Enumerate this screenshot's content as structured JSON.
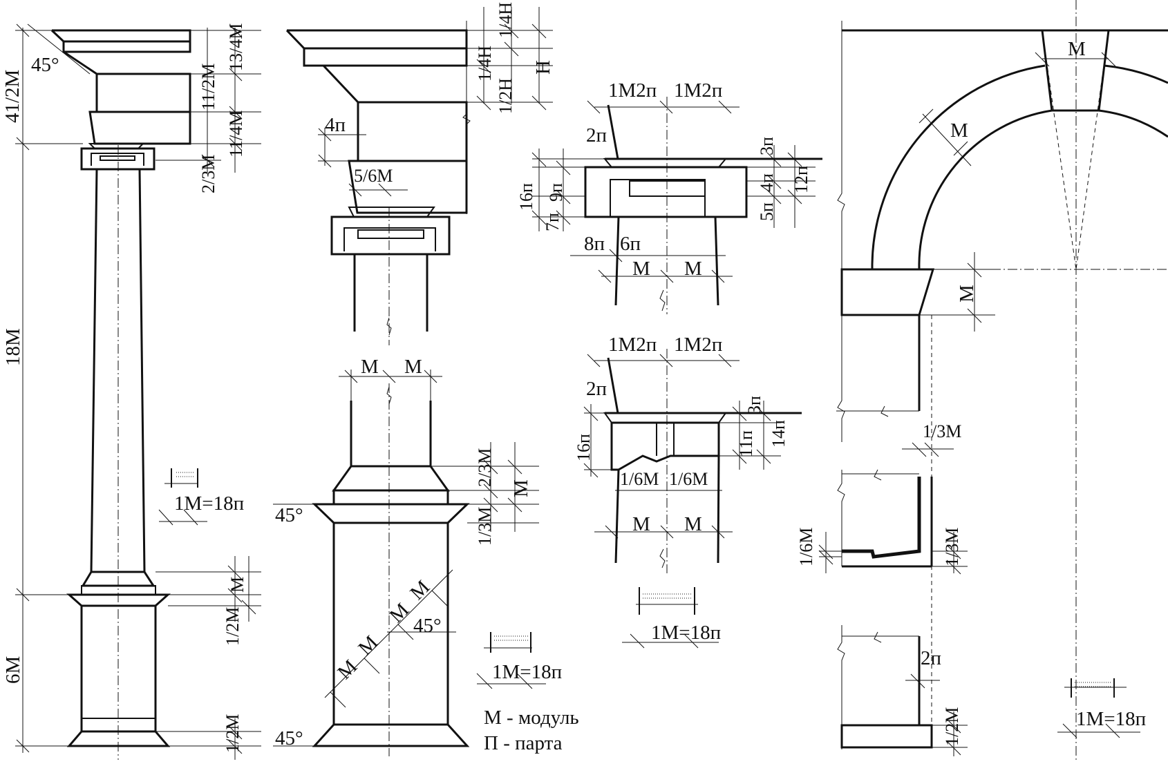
{
  "left_column": {
    "angle_top": "45°",
    "dim_entablature": "41/2М",
    "dim_cornice": "13/4М",
    "dim_frieze": "11/2М",
    "dim_architrave": "11/4М",
    "dim_capital": "2/3М",
    "dim_shaft": "18М",
    "dim_base": "М",
    "dim_plinth_mold": "1/2М",
    "dim_pedestal": "6М",
    "dim_pedestal_base": "1/2М",
    "scale": "1М=18п"
  },
  "entablature_detail": {
    "dim_top": "1/4Н",
    "dim_mid": "1/4Н",
    "dim_total": "Н",
    "dim_lower": "1/2Н",
    "dim_4p": "4п",
    "dim_56": "5/6М"
  },
  "pedestal_detail": {
    "dim_m_left": "М",
    "dim_m_right": "М",
    "dim_base_23": "2/3М",
    "dim_base_m": "М",
    "dim_base_13": "1/3М",
    "angle_upper": "45°",
    "angle_lower": "45°",
    "diag_m1": "М",
    "diag_m2": "М",
    "diag_m3": "М",
    "diag_m4": "М",
    "angle_diag": "45°",
    "scale": "1М=18п",
    "legend_m": "М - модуль",
    "legend_p": "П - парта"
  },
  "capital_detail_a": {
    "top_left": "1М2п",
    "top_right": "1М2п",
    "dim_2p": "2п",
    "dim_3p": "3п",
    "dim_16p": "16п",
    "dim_9p": "9п",
    "dim_7p": "7п",
    "dim_4p": "4п",
    "dim_12p": "12п",
    "dim_5p": "5п",
    "dim_8p": "8п",
    "dim_6p": "6п",
    "bottom_left": "М",
    "bottom_right": "М"
  },
  "capital_detail_b": {
    "top_left": "1М2п",
    "top_right": "1М2п",
    "dim_2p": "2п",
    "dim_3p": "3п",
    "dim_16p": "16п",
    "dim_11p": "11п",
    "dim_14p": "14п",
    "mid_left": "1/6М",
    "mid_right": "1/6М",
    "bottom_left": "М",
    "bottom_right": "М",
    "scale": "1М=18п"
  },
  "arch_detail": {
    "keystone": "М",
    "archivolt": "М",
    "impost": "М",
    "dim_13": "1/3М",
    "dim_16": "1/6М",
    "dim_13b": "1/3М",
    "dim_2p": "2п",
    "dim_12": "1/2М",
    "scale": "1М=18п"
  }
}
